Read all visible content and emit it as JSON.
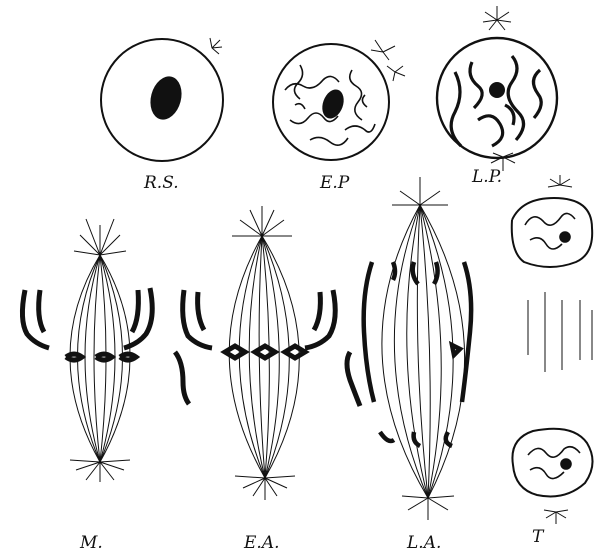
{
  "labels": {
    "rs": "R.S.",
    "ep": "E.P",
    "lp": "L.P.",
    "m": "M.",
    "ea": "E.A.",
    "la": "L.A.",
    "t": "T"
  },
  "colors": {
    "ink": "#111111",
    "paper": "#ffffff"
  }
}
